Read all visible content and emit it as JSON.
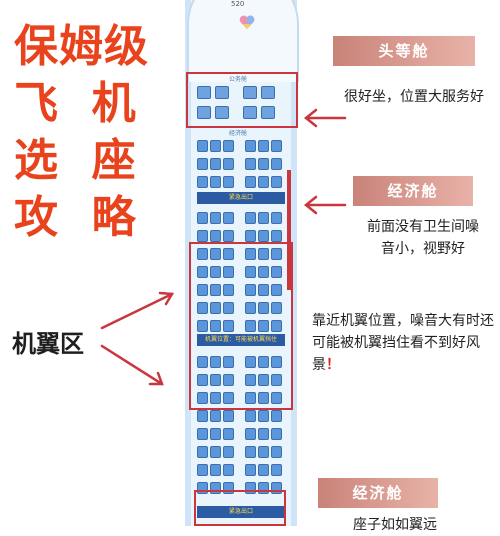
{
  "headline": [
    "保姆级",
    "飞  机",
    "选  座",
    "攻  略"
  ],
  "wing_zone_label": "机翼区",
  "plane": {
    "logo_text": "520",
    "first_class_tag": "公务舱",
    "economy_tag": "经济舱",
    "exit_label_1": "紧急出口",
    "exit_label_2": "机翼位置：可能被机翼挡住",
    "exit_label_3": "紧急出口"
  },
  "cards": [
    {
      "title": "头等舱",
      "desc": "很好坐，位置大服务好"
    },
    {
      "title": "经济舱",
      "desc": "前面没有卫生间噪音小，视野好"
    },
    {
      "title": "",
      "desc": "靠近机翼位置，噪音大有时还可能被机翼挡住看不到好风景",
      "mark": "！"
    },
    {
      "title": "经济舱",
      "desc": "座子如如翼远"
    }
  ],
  "colors": {
    "headline": "#e8431c",
    "arrow": "#c9363d",
    "seat": "#5b96db",
    "pill": "#d4958b"
  }
}
